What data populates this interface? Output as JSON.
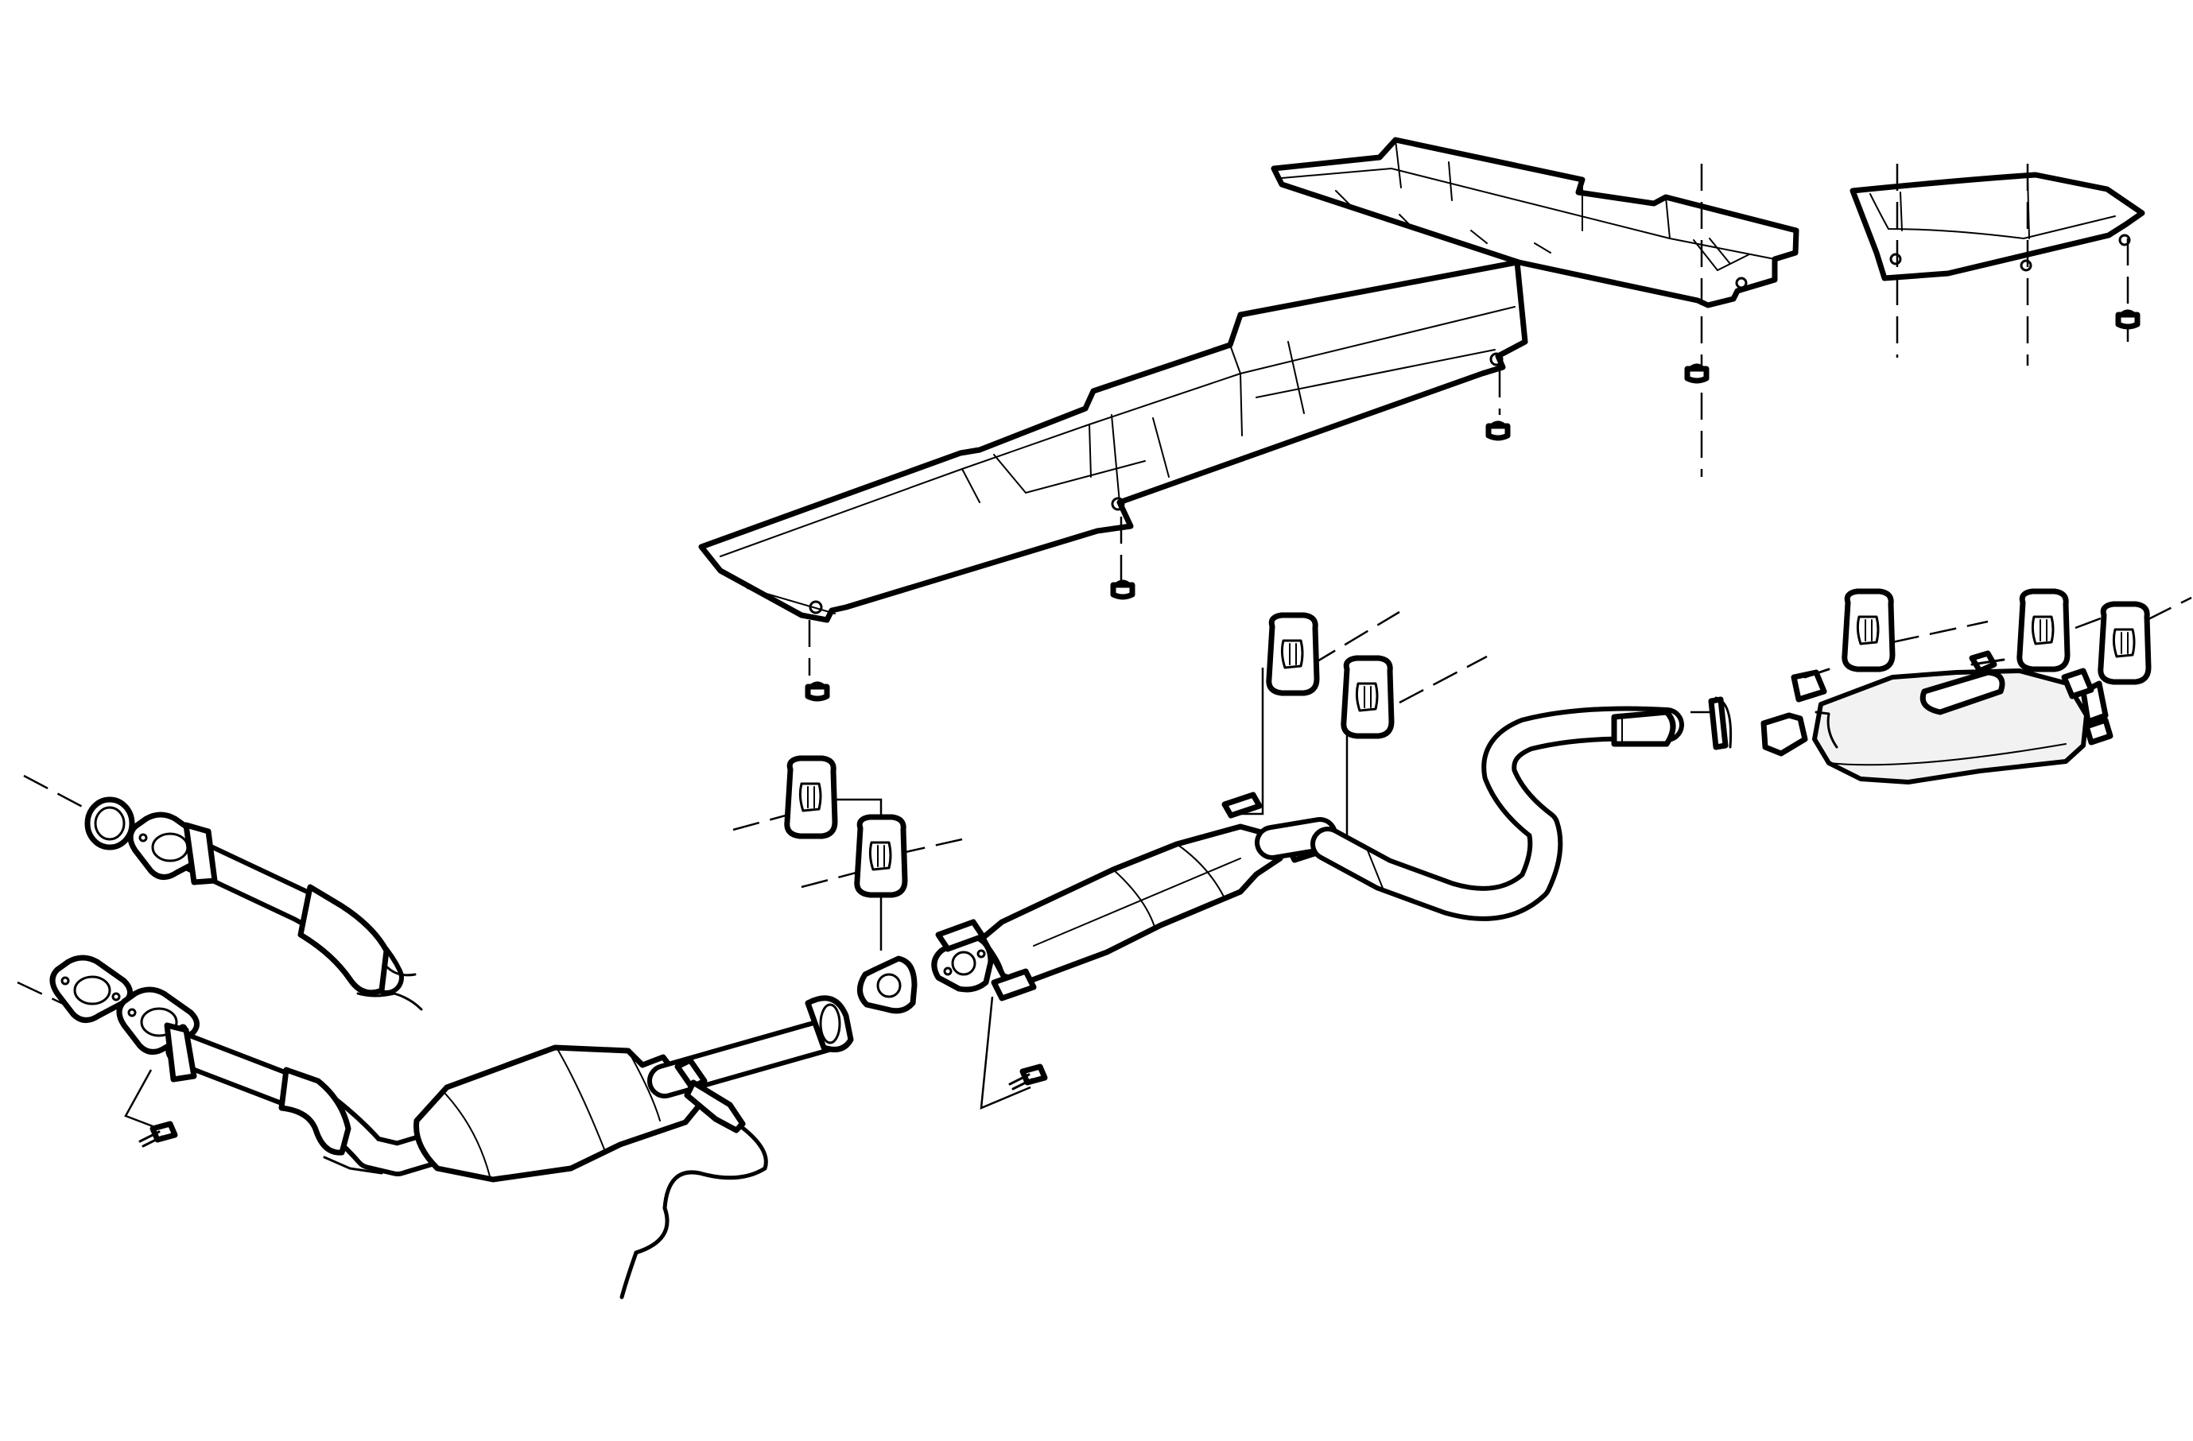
{
  "diagram": {
    "kind": "exploded parts view",
    "colors": {
      "line": "#000000",
      "background": "#ffffff",
      "shade": "#f2f2f2"
    },
    "parts": [
      {
        "id": "front-heat-shield",
        "icon": "heat-shield-icon"
      },
      {
        "id": "rear-heat-shield",
        "icon": "heat-shield-icon"
      },
      {
        "id": "tail-heat-shield",
        "icon": "heat-shield-icon"
      },
      {
        "id": "front-exhaust-pipe-upper",
        "icon": "pipe-icon"
      },
      {
        "id": "front-exhaust-pipe-lower",
        "icon": "pipe-icon"
      },
      {
        "id": "catalytic-converter",
        "icon": "converter-icon"
      },
      {
        "id": "oxygen-sensor",
        "icon": "sensor-icon"
      },
      {
        "id": "center-muffler",
        "icon": "muffler-icon"
      },
      {
        "id": "intermediate-pipe",
        "icon": "pipe-icon"
      },
      {
        "id": "rear-muffler",
        "icon": "muffler-icon"
      },
      {
        "id": "rubber-hangers",
        "icon": "hanger-icon",
        "count": 7
      },
      {
        "id": "gaskets",
        "icon": "gasket-icon",
        "count": 4
      },
      {
        "id": "clamp",
        "icon": "clamp-icon"
      },
      {
        "id": "nuts",
        "icon": "nut-icon",
        "count": 6
      },
      {
        "id": "bolts",
        "icon": "bolt-icon",
        "count": 2
      }
    ]
  }
}
